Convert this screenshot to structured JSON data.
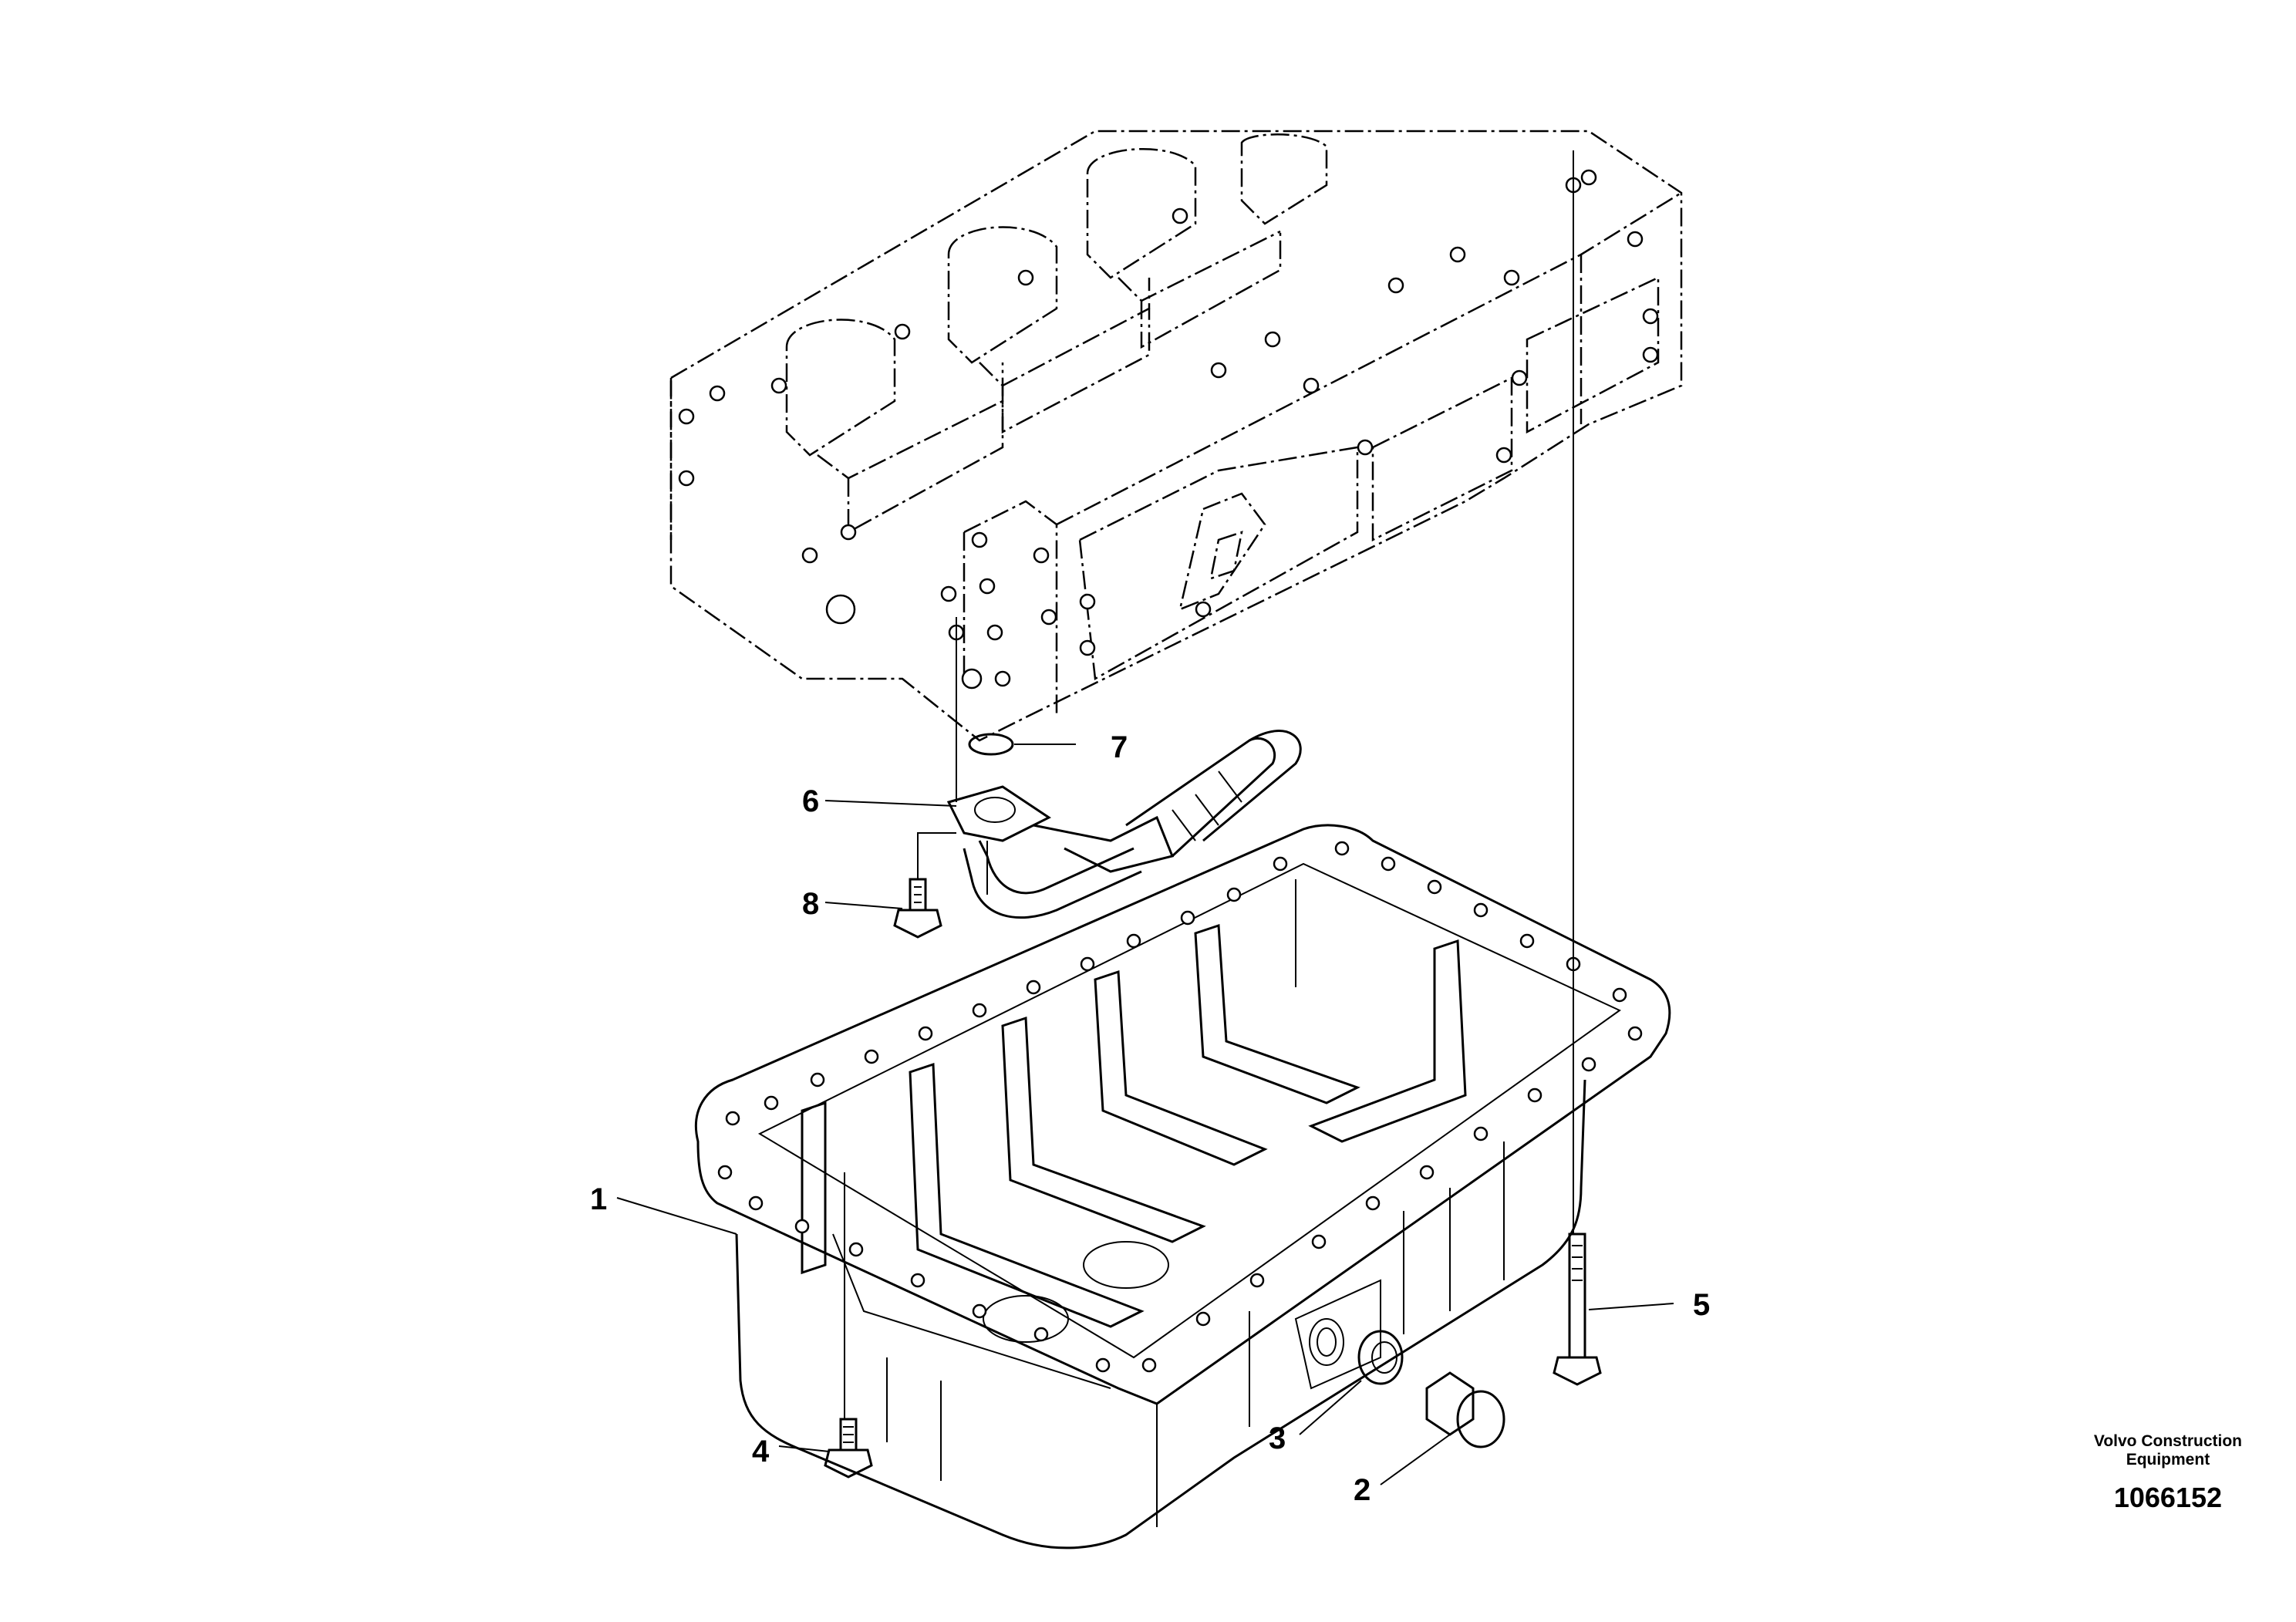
{
  "callouts": [
    {
      "id": "1",
      "label": "1"
    },
    {
      "id": "2",
      "label": "2"
    },
    {
      "id": "3",
      "label": "3"
    },
    {
      "id": "4",
      "label": "4"
    },
    {
      "id": "5",
      "label": "5"
    },
    {
      "id": "6",
      "label": "6"
    },
    {
      "id": "7",
      "label": "7"
    },
    {
      "id": "8",
      "label": "8"
    }
  ],
  "credit": {
    "line1": "Volvo Construction",
    "line2": "Equipment",
    "document_number": "1066152"
  }
}
